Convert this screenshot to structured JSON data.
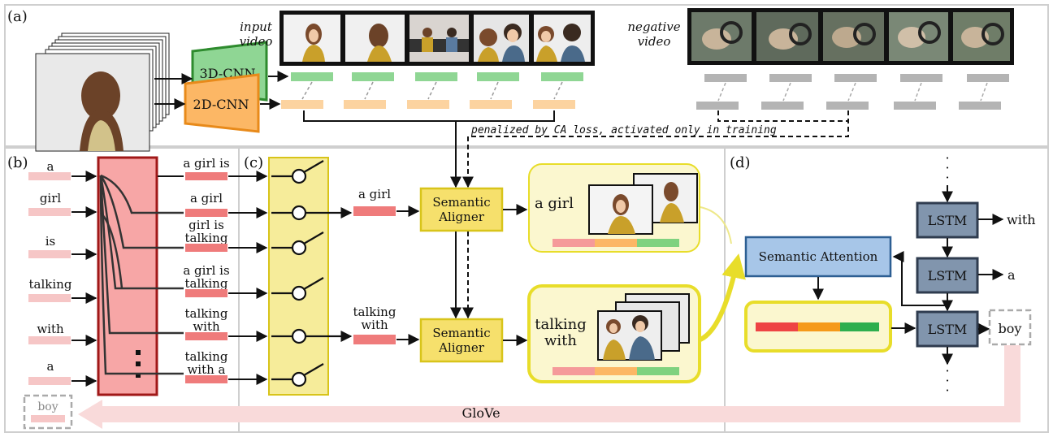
{
  "panels": {
    "a": "(a)",
    "b": "(b)",
    "c": "(c)",
    "d": "(d)"
  },
  "panel_a": {
    "cnn3d": "3D-CNN",
    "cnn2d": "2D-CNN",
    "input_video": [
      "input",
      "video"
    ],
    "negative_video": [
      "negative",
      "video"
    ],
    "ca_note": "penalized by CA loss, activated only in training"
  },
  "panel_b": {
    "words": [
      "a",
      "girl",
      "is",
      "talking",
      "with",
      "a"
    ],
    "phrases": [
      [
        "a girl is"
      ],
      [
        "a girl"
      ],
      [
        "girl is",
        "talking"
      ],
      [
        "a girl is",
        "talking"
      ],
      [
        "talking",
        "with"
      ],
      [
        "talking",
        "with a"
      ]
    ],
    "next_word": "boy",
    "glove": "GloVe"
  },
  "panel_c": {
    "selected_phrases": [
      "a girl",
      "talking with"
    ],
    "aligner_label": [
      "Semantic",
      "Aligner"
    ],
    "card_texts": [
      [
        "a girl"
      ],
      [
        "talking",
        "with"
      ]
    ]
  },
  "panel_d": {
    "attention": "Semantic Attention",
    "lstm": "LSTM",
    "outputs": [
      "with",
      "a",
      "boy"
    ]
  },
  "colors": {
    "green_feature": "#8fd694",
    "orange_feature": "#fcd3a0",
    "gray_feature": "#b4b4b4",
    "word_embed": "#f6c6c6",
    "phrase_embed": "#ef7b7b",
    "red_block": "#f7a6a6",
    "red_block_border": "#a01818",
    "yellow": "#f6e06c",
    "yellow_border": "#d8c41a",
    "attention_blue": "#a7c6e8",
    "lstm_blue": "#8195ad",
    "glove_arrow": "#f9dada"
  }
}
